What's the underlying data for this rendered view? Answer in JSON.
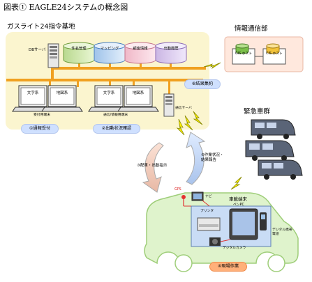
{
  "figure": {
    "title": "図表① EAGLE24システムの概念図"
  },
  "base": {
    "label": "ガスライト24指令基地",
    "db_server": "DBサーバ",
    "databases": [
      "件名管理",
      "マッピング",
      "顧客情報",
      "出動履歴"
    ],
    "terminals": [
      {
        "screens": [
          "文字系",
          "地図系"
        ],
        "caption": "受付用端末"
      },
      {
        "screens": [
          "文字系",
          "地図系"
        ],
        "caption": "通信/情報用端末"
      }
    ],
    "comm_server": "通信サーバ"
  },
  "info_dept": {
    "label": "情報通信部",
    "hosts": [
      "GIS ホスト",
      "CIS ホスト"
    ]
  },
  "steps": {
    "s1": "①通報受付",
    "s2": "②出動状況確認",
    "s3": "③配車・出動指示",
    "s4": "④現場作業",
    "s5": "⑤作業状況・結果報告",
    "s6": "⑥結果集約"
  },
  "vehicles": {
    "label": "緊急車群"
  },
  "car_terminal": {
    "label": "車載端末",
    "gps": "GPS",
    "navi": "ナビ",
    "printer": "プリンタ",
    "penpc": "ペンPC",
    "digital_phone": "デジタル携帯電話",
    "camera": "デジタルカメラ"
  },
  "colors": {
    "base_bg": "#fbf5cf",
    "bus": "#f0a020",
    "car_bg": "#dff3cc",
    "info_bg": "#ffe8dd"
  }
}
